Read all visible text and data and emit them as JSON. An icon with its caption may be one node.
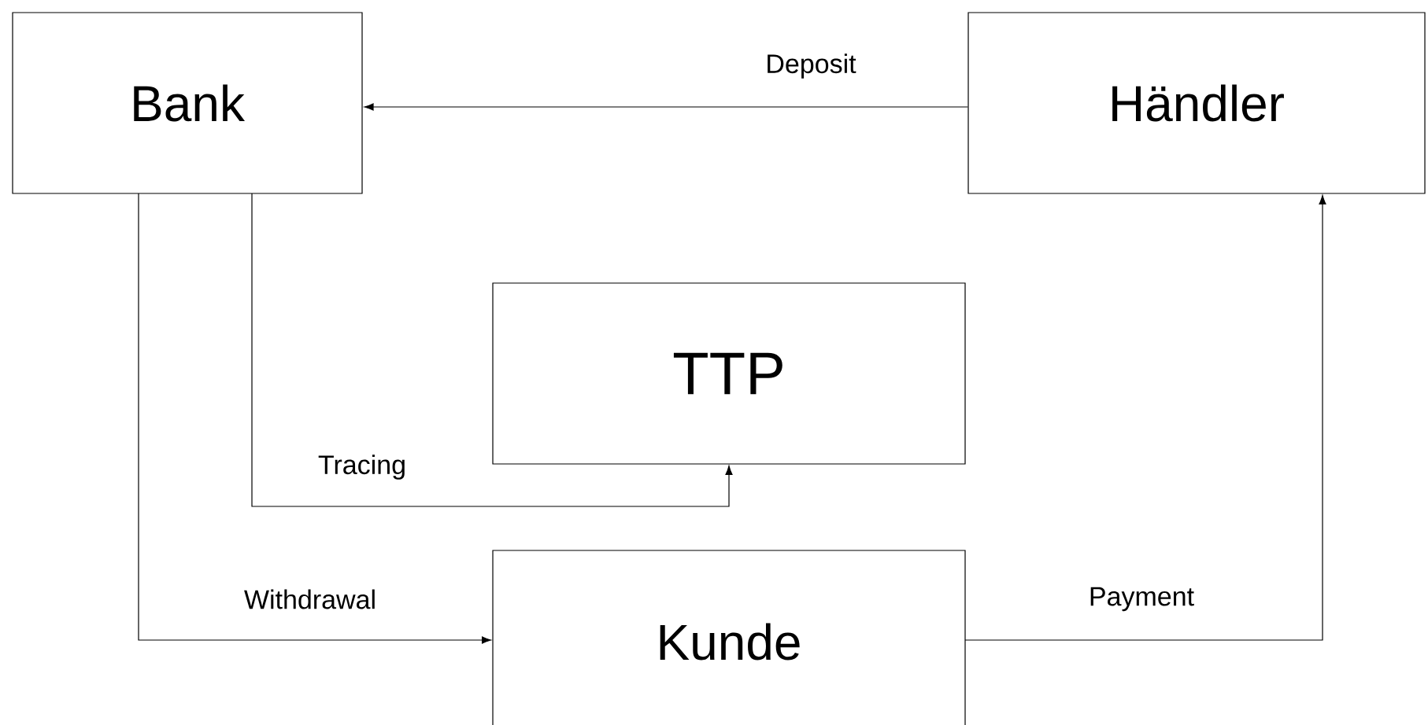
{
  "diagram": {
    "nodes": [
      {
        "text": [
          "Bank"
        ]
      },
      {
        "text": [
          "Händler"
        ]
      },
      {
        "text": [
          "TTP"
        ]
      },
      {
        "text": [
          "Kunde"
        ]
      }
    ],
    "edges": [
      {
        "from": 1,
        "to": 0,
        "arrow": "to",
        "label": "Deposit"
      },
      {
        "from": 0,
        "to": 2,
        "arrow": "to",
        "label": "Tracing"
      },
      {
        "from": 0,
        "to": 3,
        "arrow": "to",
        "label": "Withdrawal"
      },
      {
        "from": 3,
        "to": 1,
        "arrow": "to",
        "label": "Payment"
      }
    ]
  }
}
